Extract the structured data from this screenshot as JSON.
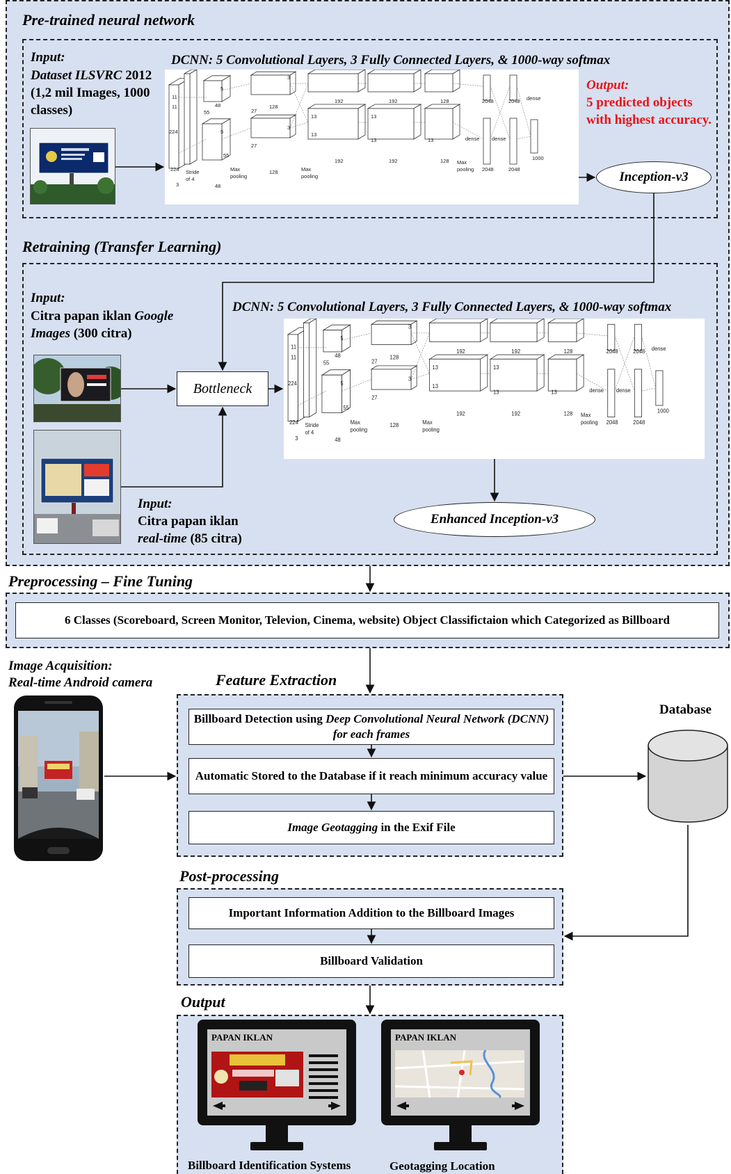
{
  "pretrained": {
    "title": "Pre-trained neural network",
    "input_label": "Input:",
    "input_dataset": "Dataset ILSVRC",
    "input_year": "2012",
    "input_detail": "(1,2 mil Images, 1000 classes)",
    "dcnn_title": "DCNN: 5 Convolutional Layers, 3 Fully Connected Layers, & 1000-way softmax",
    "output_label": "Output:",
    "output_text": "5 predicted objects with highest accuracy.",
    "output_color": "#e8141b",
    "model": "Inception-v3"
  },
  "retraining": {
    "title": "Retraining (Transfer Learning)",
    "input_label": "Input:",
    "input_text_a": "Citra papan iklan ",
    "input_text_b": "Google Images",
    "input_text_c": " (300 citra)",
    "bottleneck": "Bottleneck",
    "dcnn_title": "DCNN: 5 Convolutional Layers, 3 Fully Connected Layers, & 1000-way softmax",
    "input2_label": "Input:",
    "input2_text_a": "Citra papan iklan",
    "input2_text_b": "real-time",
    "input2_text_c": " (85 citra)",
    "model": "Enhanced Inception-v3"
  },
  "preprocessing": {
    "title": "Preprocessing – Fine Tuning",
    "box": "6 Classes (Scoreboard, Screen Monitor, Televion, Cinema, website) Object Classifictaion which Categorized as Billboard"
  },
  "acquisition": {
    "line1": "Image Acquisition:",
    "line2": "Real-time Android camera"
  },
  "feature": {
    "title": "Feature Extraction",
    "box1_a": "Billboard Detection using ",
    "box1_b": "Deep Convolutional Neural Network (DCNN)",
    "box1_c": " for each frames",
    "box2": "Automatic Stored to the Database if it reach minimum accuracy value",
    "box3_a": "Image Geotagging",
    "box3_b": " in the Exif File"
  },
  "database": "Database",
  "postprocessing": {
    "title": "Post-processing",
    "box1": "Important Information Addition to the Billboard Images",
    "box2": "Billboard Validation"
  },
  "output": {
    "title": "Output",
    "screen1_title": "PAPAN IKLAN",
    "screen2_title": "PAPAN IKLAN",
    "caption1": "Billboard Identification Systems",
    "caption2": "Geotagging Location"
  },
  "cnn_labels": {
    "n11": "11",
    "n224": "224",
    "n3": "3",
    "n55": "55",
    "n5": "5",
    "n48": "48",
    "n27": "27",
    "n128": "128",
    "n13": "13",
    "n192": "192",
    "n2048": "2048",
    "n1000": "1000",
    "dense": "dense",
    "stride": "Stride of 4",
    "maxpool": "Max pooling"
  }
}
